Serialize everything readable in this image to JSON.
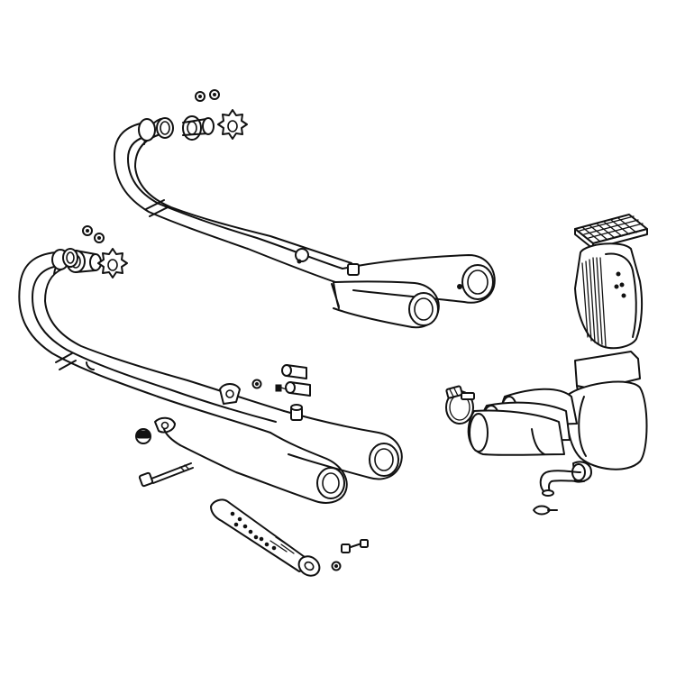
{
  "diagram": {
    "type": "exploded-parts-view",
    "line_color": "#111111",
    "background": "#ffffff",
    "parts": [
      "upper-exhaust-header-pipes",
      "upper-muffler-pair",
      "lower-exhaust-header-pipes",
      "lower-muffler-pair",
      "exhaust-flange-nuts",
      "exhaust-gaskets",
      "star-lock-washers",
      "mounting-bolt",
      "baffle-insert",
      "rubber-mount-bushings",
      "air-filter-element",
      "air-filter-cover-grille",
      "airbox-intake-manifold",
      "hose-clamp",
      "breather-hose"
    ]
  }
}
